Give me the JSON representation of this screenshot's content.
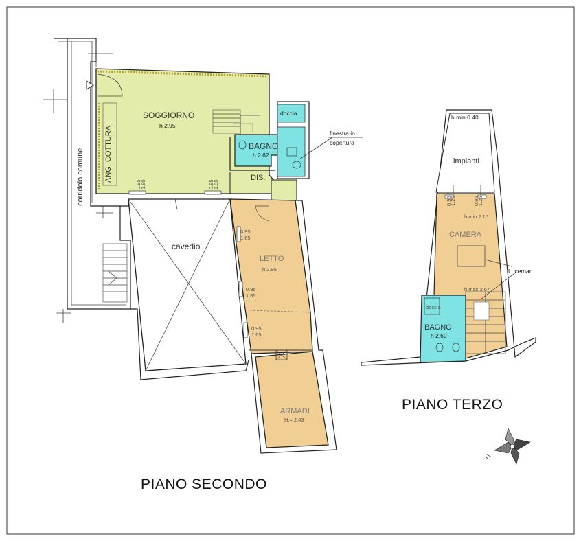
{
  "floors": {
    "second": {
      "title": "PIANO SECONDO",
      "rooms": {
        "soggiorno": {
          "name": "SOGGIORNO",
          "height": "h 2.95"
        },
        "ang_cottura": {
          "name": "ANG. COTTURA"
        },
        "bagno": {
          "name": "BAGNO",
          "height": "h 2.62"
        },
        "doccia": {
          "name": "doccia"
        },
        "dis": {
          "name": "DIS."
        },
        "cavedio": {
          "name": "cavedio"
        },
        "letto": {
          "name": "LETTO",
          "height": "h 2.95"
        },
        "armadi": {
          "name": "ARMADI",
          "height": "H.= 2.43"
        },
        "corridoio": {
          "name": "corridoio  comune"
        }
      },
      "annotations": {
        "skylight_note_line1": "finestra in",
        "skylight_note_line2": "copertura"
      },
      "window_dims": {
        "w1_a": "0.95",
        "w1_b": "1.90",
        "w2_a": "0.95",
        "w2_b": "1.90",
        "w3_a": "0.95",
        "w3_b": "1.65",
        "w4_a": "0.95",
        "w4_b": "1.65",
        "w5_a": "0.95",
        "w5_b": "1.65"
      }
    },
    "third": {
      "title": "PIANO TERZO",
      "rooms": {
        "impianti": {
          "name": "impianti",
          "height_min": "h min 0.40"
        },
        "camera": {
          "name": "CAMERA",
          "height_min": "h min 2.15",
          "height_max": "h max 3.67"
        },
        "bagno": {
          "name": "BAGNO",
          "height": "h 2.60"
        },
        "doccia": {
          "name": "doccia"
        }
      },
      "annotations": {
        "lucernari": "Lucernari"
      },
      "window_dims": {
        "w1_a": "0.95",
        "w1_b": "1.25",
        "w2_a": "0.95",
        "w2_b": "1.25"
      }
    }
  },
  "compass": {
    "north_label": "N"
  },
  "colors": {
    "living_area": "#e3ecaa",
    "sleeping_area": "#f1cf94",
    "bathroom": "#7fe3e3",
    "wall": "#222222"
  }
}
